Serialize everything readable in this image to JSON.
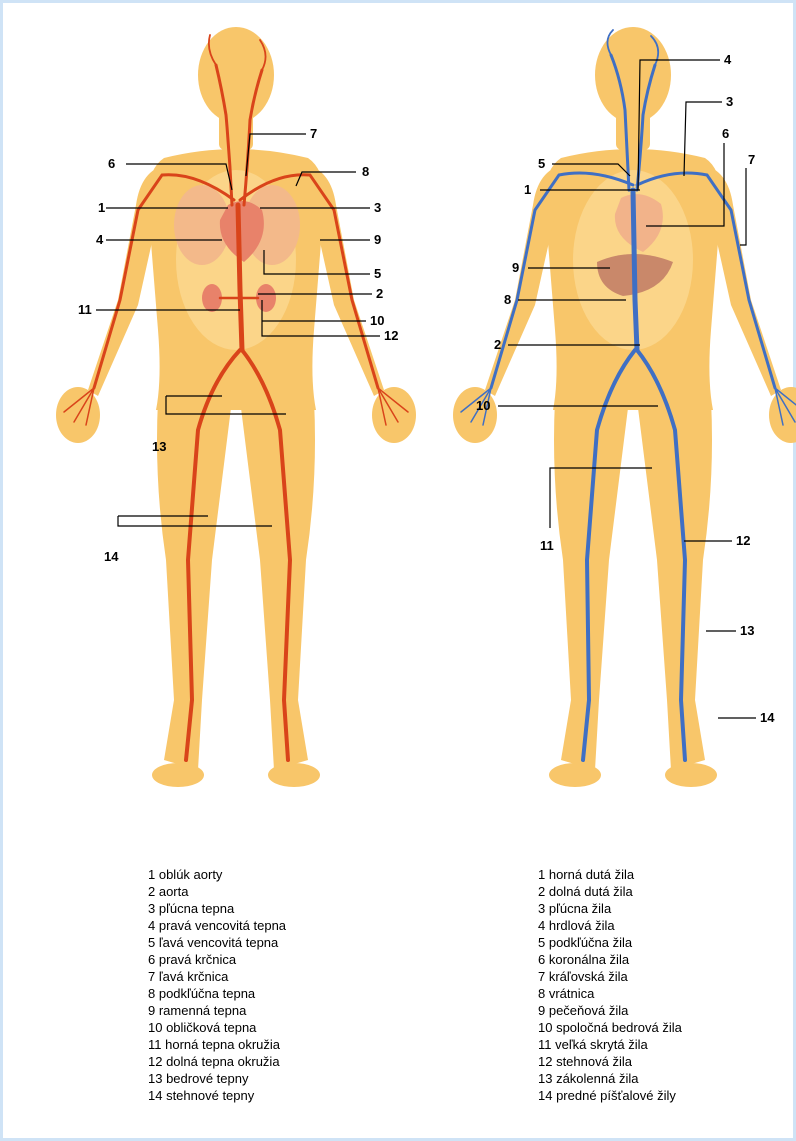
{
  "colors": {
    "border": "#cfe3f6",
    "skin": "#f8c66a",
    "skin_light": "#fde2a3",
    "artery": "#d9441a",
    "vein": "#3f6fc4",
    "organ": "#e8826a",
    "leader": "#000000"
  },
  "figures": {
    "arteries": {
      "numbers": [
        "1",
        "2",
        "3",
        "4",
        "5",
        "6",
        "7",
        "8",
        "9",
        "10",
        "11",
        "12",
        "13",
        "14"
      ]
    },
    "veins": {
      "numbers": [
        "1",
        "2",
        "3",
        "4",
        "5",
        "6",
        "7",
        "8",
        "9",
        "10",
        "11",
        "12",
        "13",
        "14"
      ]
    }
  },
  "legend": {
    "arteries": [
      "1 oblúk aorty",
      "2 aorta",
      "3 pľúcna tepna",
      "4 pravá vencovitá tepna",
      "5 ľavá vencovitá tepna",
      "6 pravá krčnica",
      "7 ľavá krčnica",
      "8 podkľúčna tepna",
      "9 ramenná tepna",
      "10 obličková tepna",
      "11 horná tepna okružia",
      "12 dolná tepna okružia",
      "13 bedrové tepny",
      "14 stehnové tepny"
    ],
    "veins": [
      "1 horná dutá žila",
      "2 dolná dutá žila",
      "3 pľúcna žila",
      "4 hrdlová žila",
      "5 podkľúčna žila",
      "6 koronálna žila",
      "7 kráľovská žila",
      "8 vrátnica",
      "9 pečeňová žila",
      "10 spoločná bedrová žila",
      "11 veľká skrytá žila",
      "12 stehnová žila",
      "13 zákolenná žila",
      "14 predné píšťalové žily"
    ]
  }
}
